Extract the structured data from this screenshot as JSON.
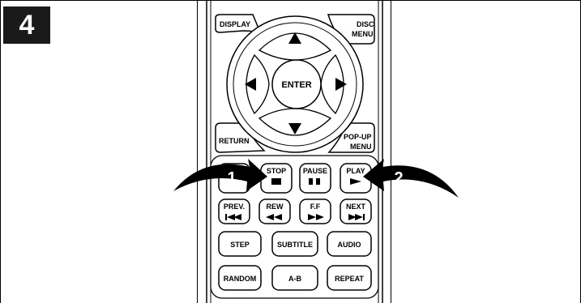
{
  "step_number": "4",
  "remote": {
    "top_buttons": {
      "display": "DISPLAY",
      "disc_menu": [
        "DISC",
        "MENU"
      ],
      "return": "RETURN",
      "popup_menu": [
        "POP-UP",
        "MENU"
      ]
    },
    "enter": "ENTER",
    "transport_row1": [
      "STOP",
      "PAUSE",
      "PLAY"
    ],
    "transport_row2": [
      "PREV.",
      "REW",
      "F.F",
      "NEXT"
    ],
    "function_row1": [
      "STEP",
      "SUBTITLE",
      "AUDIO"
    ],
    "function_row2": [
      "RANDOM",
      "A-B",
      "REPEAT"
    ]
  },
  "callouts": [
    "1",
    "2"
  ],
  "icons": {
    "dpad": [
      "up-arrow-icon",
      "down-arrow-icon",
      "left-arrow-icon",
      "right-arrow-icon"
    ],
    "stop": "stop-square-icon",
    "pause": "pause-bars-icon",
    "play": "play-triangle-icon",
    "prev": "skip-back-icon",
    "rew": "rewind-icon",
    "ff": "fast-forward-icon",
    "next": "skip-forward-icon"
  }
}
